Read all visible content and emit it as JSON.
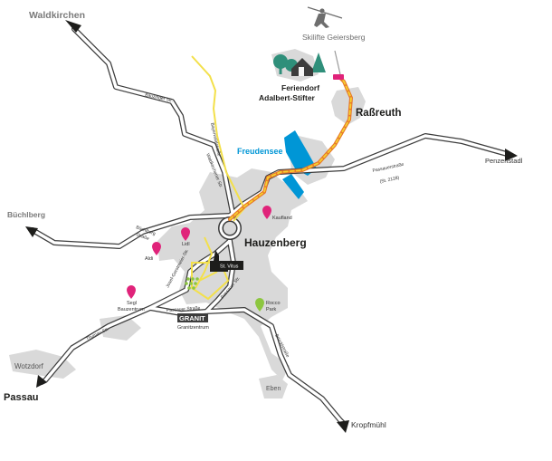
{
  "places": {
    "waldkirchen": "Waldkirchen",
    "skilifte": "Skilifte Geiersberg",
    "feriendorf_line1": "Feriendorf",
    "feriendorf_line2": "Adalbert-Stifter",
    "rassreuth": "Raßreuth",
    "freudensee": "Freudensee",
    "penzenstadl": "Penzenstadl",
    "buechlberg": "Büchlberg",
    "hauzenberg": "Hauzenberg",
    "wotzdorf": "Wotzdorf",
    "passau": "Passau",
    "eben": "Eben",
    "kropfmuehl": "Kropfmühl"
  },
  "streets": {
    "bauzinger": "Bauzinger Str.",
    "bayerwaldstrasse": "Bayerwaldstraße",
    "waldkirchener": "Waldkirchener Str.",
    "passauerstrasse": "Passauerstraße",
    "st2128": "(St. 2128)",
    "buechlberg_line1": "Büchlberg",
    "buechlberg_line2": "Straße",
    "josefgerstmeier": "Josef-Gerstmeier-Str.",
    "passauer_strasse": "Passauer Straße",
    "thyrnau": "Thyrnau Str.",
    "bruecklstrasse": "Brücklstraße",
    "passauer_str_small": "Passauer Str."
  },
  "pois": {
    "kaufland": "Kaufland",
    "lidl": "Lidl",
    "aldi": "Aldi",
    "segl_line1": "Segl",
    "segl_line2": "Bauzentrum",
    "st_vitus": "St. Vitus",
    "rocco_line1": "Rocco",
    "rocco_line2": "Park",
    "granit_logo": "GRANIT",
    "granit_caption": "Granitzentrum"
  },
  "colors": {
    "road_fill": "#ffffff",
    "road_casing": "#3c3c3c",
    "settlement": "#d9d9d9",
    "lake": "#0096d6",
    "route_orange": "#e8782a",
    "route_yellow_dash": "#f5d12e",
    "path_yellow": "#f3e04a",
    "poi_magenta": "#e0237a",
    "poi_green": "#8cc63f",
    "tree_green": "#2f8f7a"
  },
  "icons": [
    "skilift-icon",
    "feriendorf-icon",
    "cabin-icon",
    "church-icon",
    "shopping-pin-icon",
    "park-pin-icon",
    "granit-logo",
    "arrow-head-icon"
  ]
}
